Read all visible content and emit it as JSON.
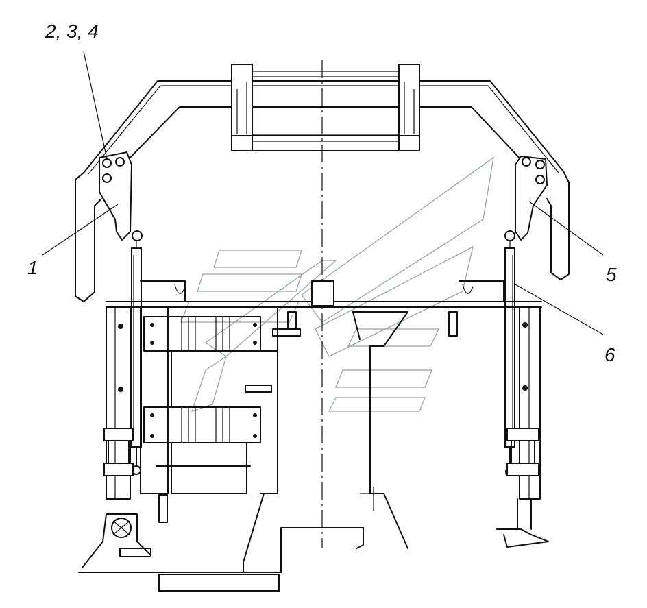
{
  "callouts": {
    "c234": "2, 3, 4",
    "c1": "1",
    "c5": "5",
    "c6": "6"
  }
}
